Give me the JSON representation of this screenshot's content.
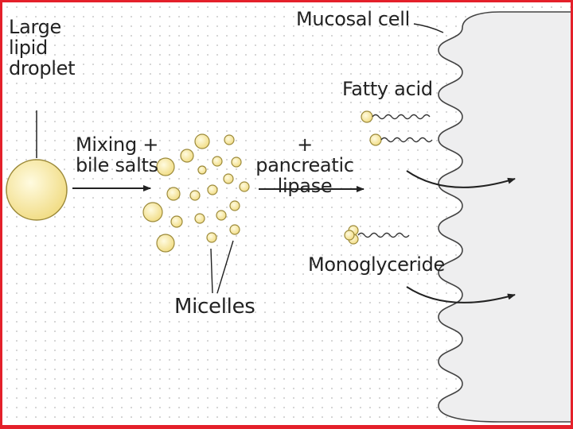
{
  "labels": {
    "large_lipid_droplet": [
      "Large",
      "lipid",
      "droplet"
    ],
    "mixing": [
      "Mixing +",
      "bile salts"
    ],
    "pancreatic": [
      "+ pancreatic",
      "lipase"
    ],
    "micelles": "Micelles",
    "mucosal_cell": "Mucosal cell",
    "fatty_acid": "Fatty acid",
    "monoglyceride": "Monoglyceride"
  },
  "colors": {
    "frame": "#e4202a",
    "droplet_fill": "#f8eaa0",
    "droplet_stroke": "#9c8a3a",
    "cell_fill": "#eeeeef",
    "ink": "#222222"
  }
}
